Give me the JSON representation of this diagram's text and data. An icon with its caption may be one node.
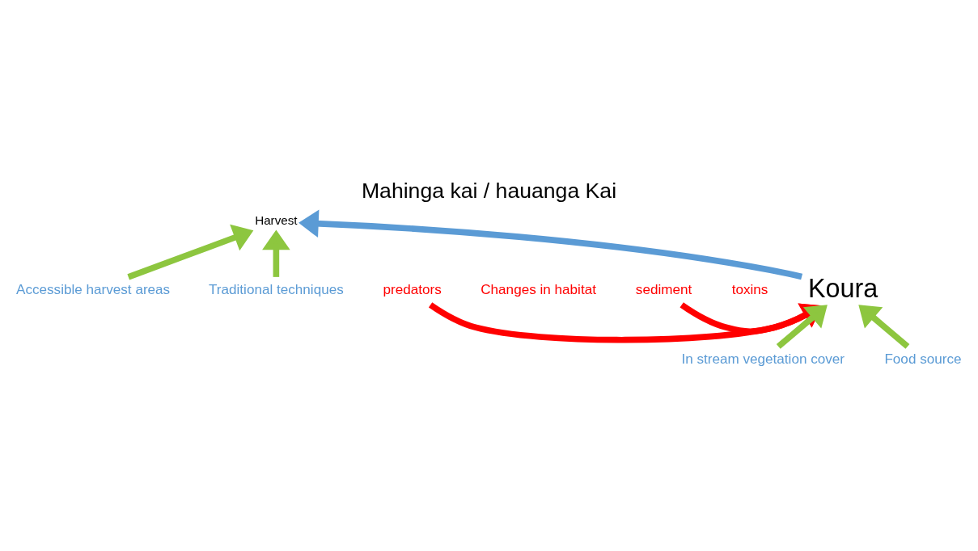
{
  "diagram": {
    "title": "Mahinga kai / hauanga Kai",
    "nodes": [
      {
        "text": [
          "Accessible harvest areas"
        ]
      },
      {
        "text": [
          "Harvest"
        ]
      },
      {
        "text": [
          "Traditional techniques"
        ]
      },
      {
        "text": [
          "Koura"
        ]
      },
      {
        "text": [
          "predators"
        ]
      },
      {
        "text": [
          "Changes in habitat"
        ]
      },
      {
        "text": [
          "sediment"
        ]
      },
      {
        "text": [
          "toxins"
        ]
      },
      {
        "text": [
          "In stream vegetation cover"
        ]
      },
      {
        "text": [
          "Food source"
        ]
      }
    ],
    "edges": [
      {
        "from": 0,
        "to": 1,
        "arrow": "to"
      },
      {
        "from": 2,
        "to": 1,
        "arrow": "to"
      },
      {
        "from": 3,
        "to": 1,
        "arrow": "to",
        "color": "#5b9bd5"
      },
      {
        "from": 4,
        "to": 3,
        "arrow": "to",
        "color": "#ff0000"
      },
      {
        "from": 6,
        "to": 3,
        "arrow": "to",
        "color": "#ff0000"
      },
      {
        "from": 8,
        "to": 3,
        "arrow": "to"
      },
      {
        "from": 9,
        "to": 3,
        "arrow": "to"
      }
    ]
  }
}
